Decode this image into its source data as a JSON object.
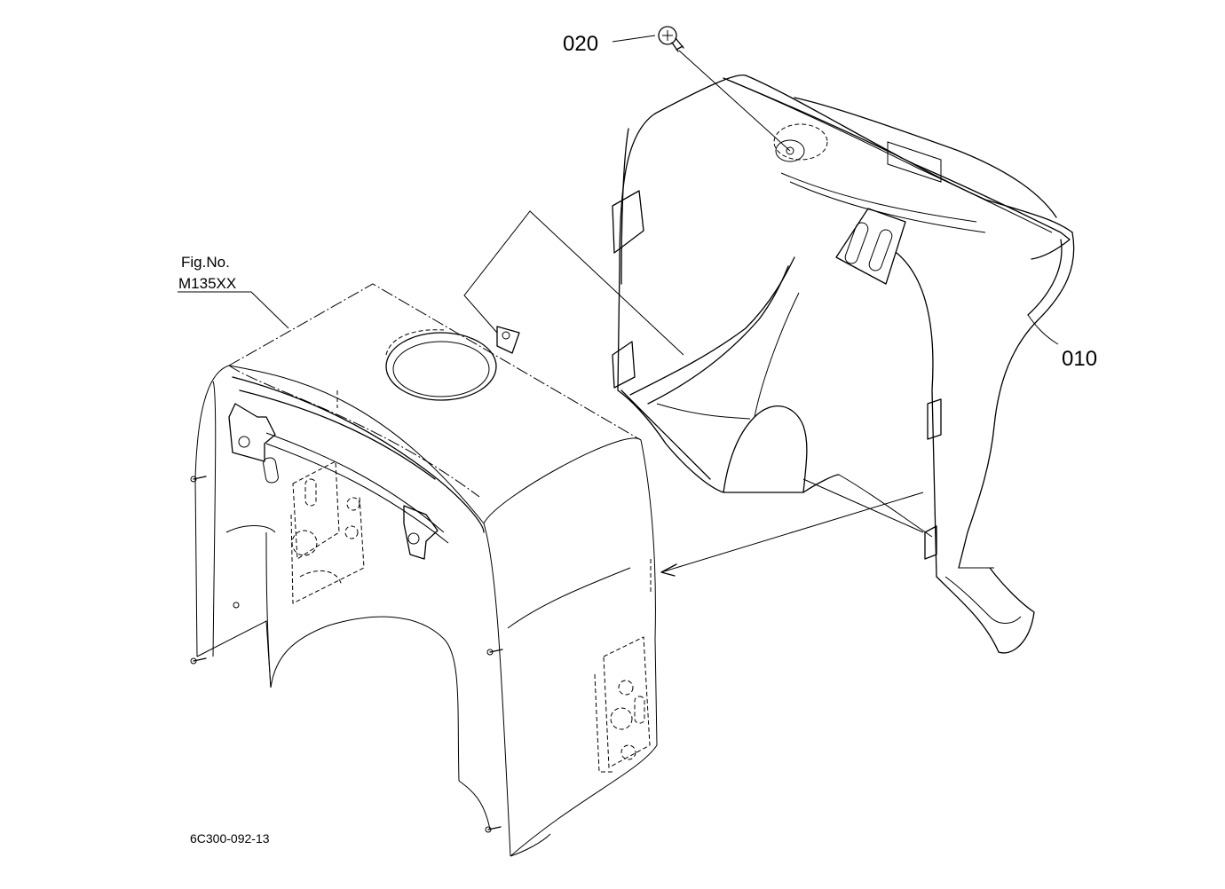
{
  "callouts": {
    "part_020": "020",
    "part_010": "010"
  },
  "reference": {
    "fig_no_label": "Fig.No.",
    "fig_no_value": "M135XX"
  },
  "drawing_code": "6C300-092-13",
  "colors": {
    "line": "#000000",
    "background": "#ffffff"
  }
}
